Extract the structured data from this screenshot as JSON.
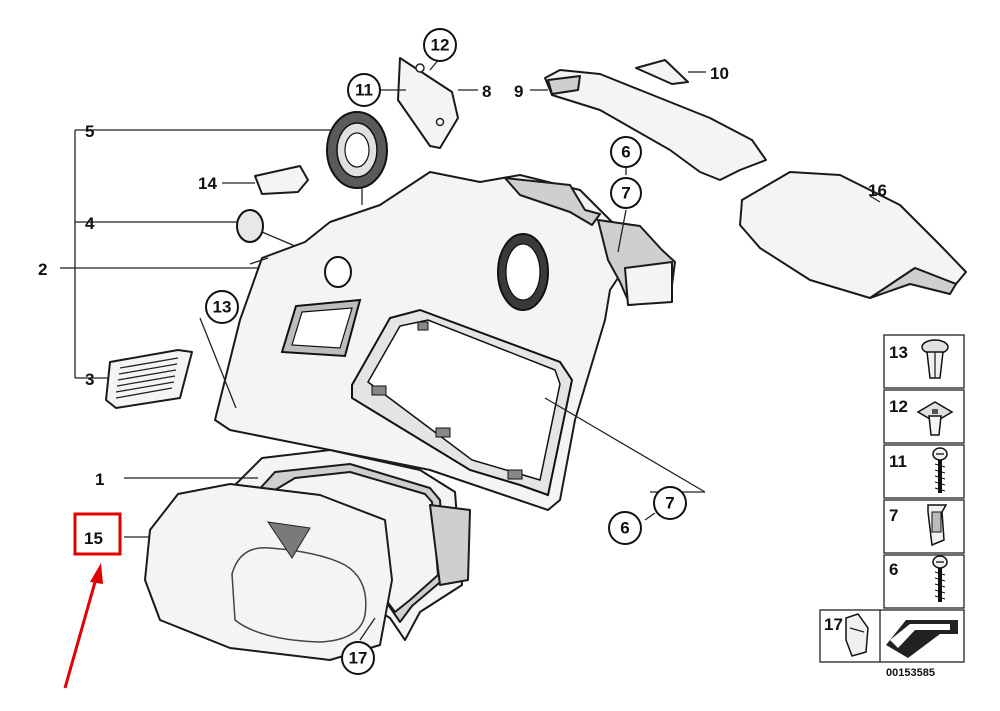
{
  "diagram": {
    "highlight_color": "#e00000",
    "highlighted_callout": "15",
    "left_callouts": [
      "5",
      "4",
      "2",
      "3",
      "1",
      "15",
      "14"
    ],
    "circled_callouts": [
      "12",
      "11",
      "13",
      "6",
      "7",
      "6",
      "7",
      "17"
    ],
    "right_callouts": [
      "8",
      "9",
      "10",
      "16"
    ],
    "legend": [
      {
        "number": "13",
        "icon": "push-rivet-icon"
      },
      {
        "number": "12",
        "icon": "spring-nut-icon"
      },
      {
        "number": "11",
        "icon": "screw-icon"
      },
      {
        "number": "7",
        "icon": "expanding-nut-icon"
      },
      {
        "number": "6",
        "icon": "screw-icon"
      },
      {
        "number": "17",
        "icon": "clip-icon"
      }
    ],
    "catalog_number": "00153585"
  }
}
